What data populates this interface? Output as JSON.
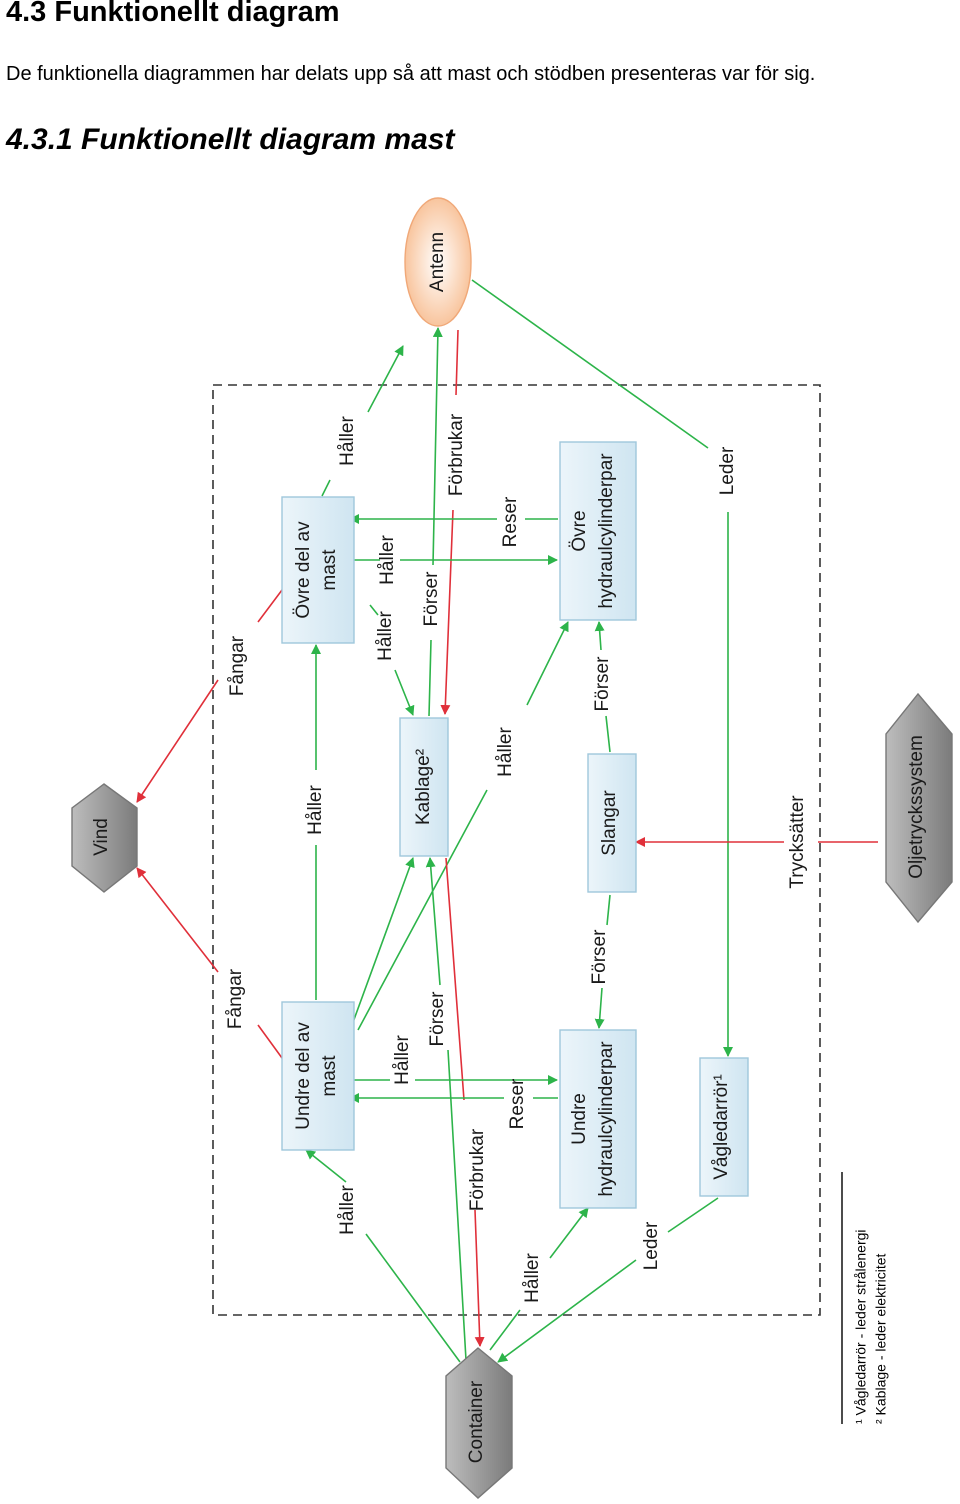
{
  "heading": "4.3 Funktionellt diagram",
  "intro": "De funktionella diagrammen har delats upp så att mast och stödben presenteras var för sig.",
  "subheading": "4.3.1 Funktionellt diagram mast",
  "nodes": {
    "antenn": "Antenn",
    "ovre_mast_1": "Övre del av",
    "ovre_mast_2": "mast",
    "undre_mast_1": "Undre del av",
    "undre_mast_2": "mast",
    "kablage": "Kablage²",
    "ovre_cyl_1": "Övre",
    "ovre_cyl_2": "hydraulcylinderpar",
    "undre_cyl_1": "Undre",
    "undre_cyl_2": "hydraulcylinderpar",
    "slangar": "Slangar",
    "vagledarror": "Vågledarrör¹",
    "vind": "Vind",
    "container": "Container",
    "oljetryck": "Oljetryckssystem"
  },
  "labels": {
    "haller_top": "Håller",
    "forbrukar_top": "Förbrukar",
    "reser_top": "Reser",
    "leder_top": "Leder",
    "haller_mid_a": "Håller",
    "haller_mid_b": "Håller",
    "forser_mid": "Förser",
    "fangar_top": "Fångar",
    "haller_mast": "Håller",
    "haller_cyl": "Håller",
    "forser_slang_top": "Förser",
    "tryckssatter": "Trycksätter",
    "fangar_bottom": "Fångar",
    "forser_slang_bot": "Förser",
    "haller_low": "Håller",
    "forser_low": "Förser",
    "reser_low": "Reser",
    "forbrukar_low": "Förbrukar",
    "haller_bottom": "Håller",
    "haller_bottom2": "Håller",
    "leder_bottom": "Leder"
  },
  "footnotes": {
    "fn1": "¹ Vågledarrör - leder strålenergi",
    "fn2": "² Kablage - leder elektricitet"
  },
  "colors": {
    "green": "#2db44a",
    "red": "#e0303a",
    "box_fill": "#dcedf6",
    "box_stroke": "#9fc7dc",
    "antenn_fill": "#fbd3b5",
    "hex_fill": "#9a9a9a"
  }
}
